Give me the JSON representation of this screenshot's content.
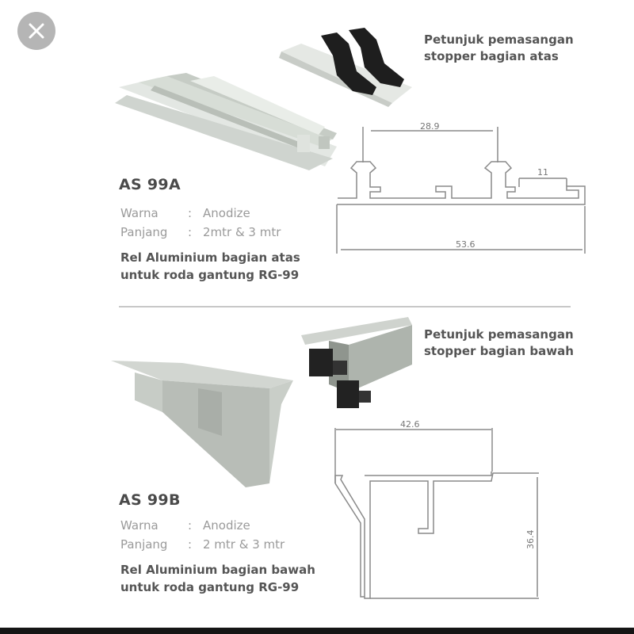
{
  "viewer": {
    "close_icon": "close-x-icon"
  },
  "products": [
    {
      "code": "AS 99A",
      "specs": [
        {
          "label": "Warna",
          "sep": ":",
          "value": "Anodize"
        },
        {
          "label": "Panjang",
          "sep": ":",
          "value": "2mtr & 3 mtr"
        }
      ],
      "description_line1": "Rel Aluminium bagian atas",
      "description_line2": "untuk roda gantung RG-99",
      "guide_line1": "Petunjuk pemasangan",
      "guide_line2": "stopper bagian atas",
      "dimensions": {
        "top_span": "28.9",
        "slot": "11",
        "width": "53.6"
      }
    },
    {
      "code": "AS 99B",
      "specs": [
        {
          "label": "Warna",
          "sep": ":",
          "value": "Anodize"
        },
        {
          "label": "Panjang",
          "sep": ":",
          "value": "2 mtr & 3 mtr"
        }
      ],
      "description_line1": "Rel Aluminium bagian bawah",
      "description_line2": "untuk roda gantung RG-99",
      "guide_line1": "Petunjuk pemasangan",
      "guide_line2": "stopper bagian bawah",
      "dimensions": {
        "width": "42.6",
        "height": "36.4"
      }
    }
  ],
  "colors": {
    "close_button_bg": "#b5b5b5",
    "aluminium": "#d9ddd9",
    "stopper": "#1e1e1e",
    "bottom_bar": "#151515"
  }
}
